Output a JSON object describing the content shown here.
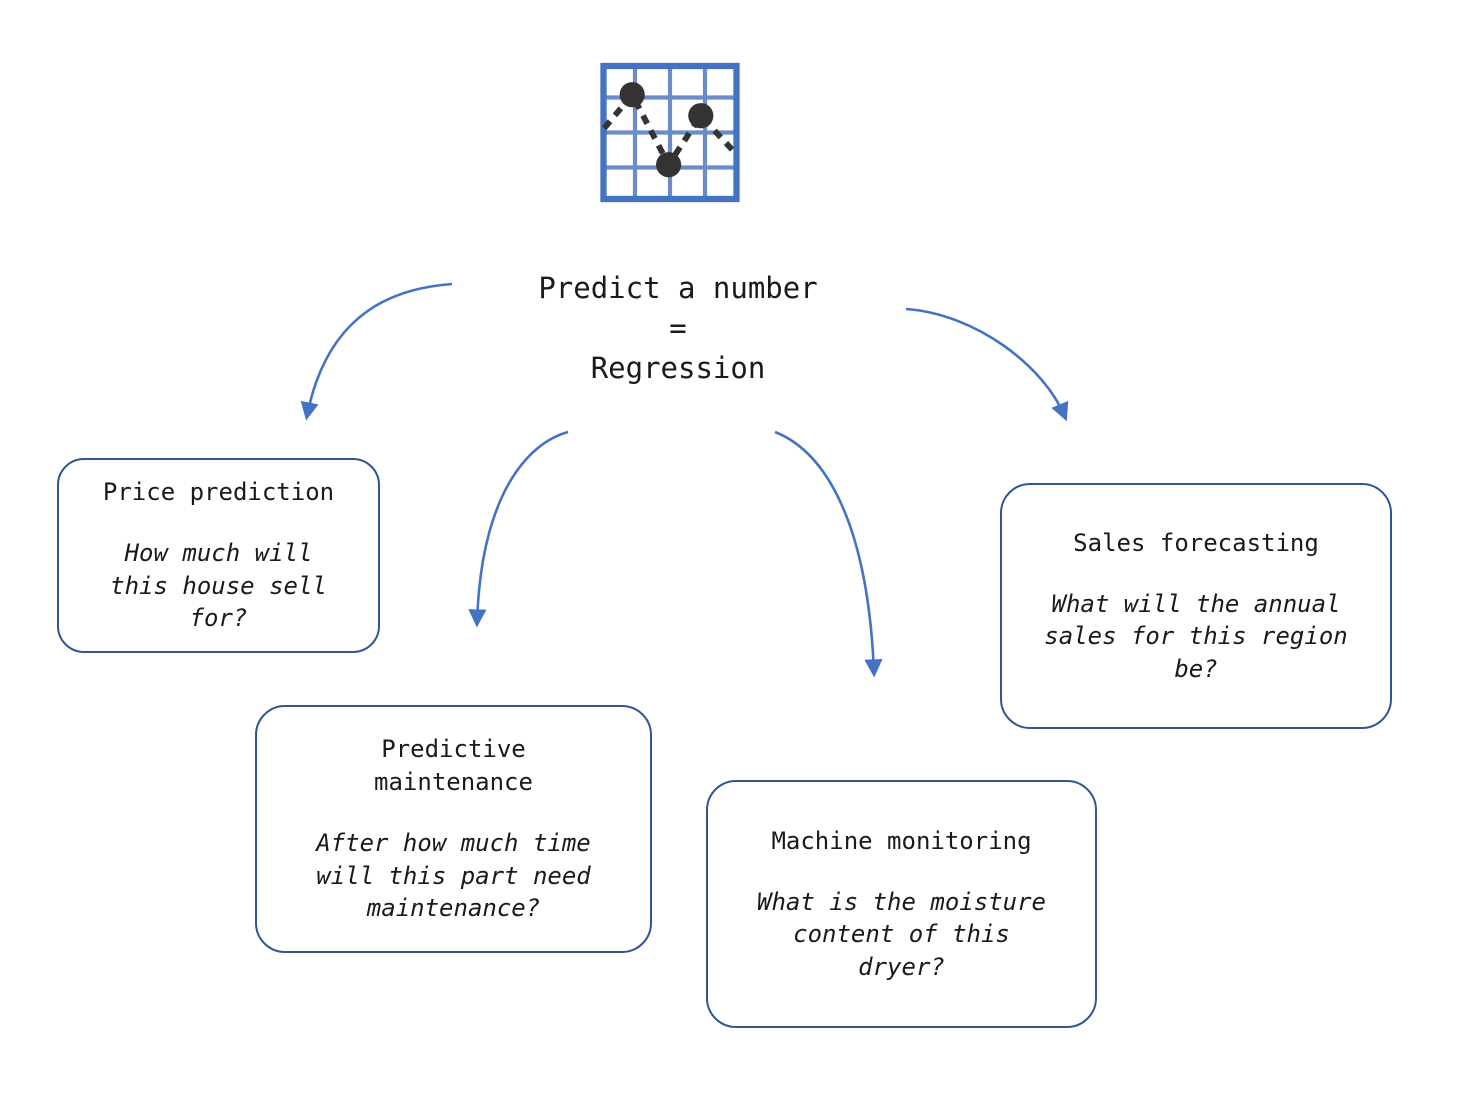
{
  "diagram": {
    "icon_name": "line-chart-grid-icon",
    "root": {
      "line1": "Predict a number",
      "line2": "=",
      "line3": "Regression"
    },
    "nodes": [
      {
        "id": "price-prediction",
        "title": "Price prediction",
        "question": "How much will this house sell for?"
      },
      {
        "id": "predictive-maintenance",
        "title": "Predictive maintenance",
        "question": "After how much time will this part need maintenance?"
      },
      {
        "id": "machine-monitoring",
        "title": "Machine monitoring",
        "question": "What is the moisture content of this dryer?"
      },
      {
        "id": "sales-forecasting",
        "title": "Sales forecasting",
        "question": "What will the annual sales for this region be?"
      }
    ],
    "colors": {
      "arrow": "#4472C4",
      "box_border": "#2F5597",
      "icon_grid_outer": "#4472C4",
      "icon_grid_inner": "#6C8CC9",
      "icon_dot": "#333333",
      "text": "#1A1A1A",
      "background": "#FFFFFF"
    }
  }
}
